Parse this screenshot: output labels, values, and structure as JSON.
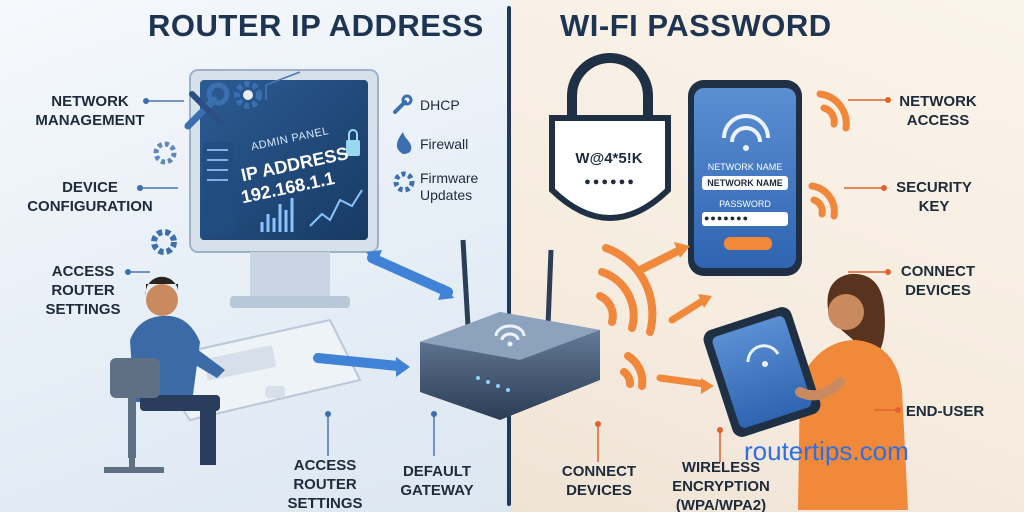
{
  "left": {
    "heading": "ROUTER IP ADDRESS",
    "labels": {
      "network_management": [
        "NETWORK",
        "MANAGEMENT"
      ],
      "device_configuration": [
        "DEVICE",
        "CONFIGURATION"
      ],
      "access_router_settings": [
        "ACCESS",
        "ROUTER",
        "SETTINGS"
      ],
      "bottom_access_router_settings": [
        "ACCESS",
        "ROUTER",
        "SETTINGS"
      ],
      "default_gateway": [
        "DEFAULT",
        "GATEWAY"
      ]
    },
    "features": {
      "dhcp": "DHCP",
      "firewall": "Firewall",
      "firmware": [
        "Firmware",
        "Updates"
      ]
    },
    "screen": {
      "panel_title": "ADMIN PANEL",
      "ip_title": "IP ADDRESS",
      "ip_value": "192.168.1.1"
    }
  },
  "right": {
    "heading": "WI-FI PASSWORD",
    "lock_text": "W@4*5!K",
    "lock_dots": "●●●●●●",
    "phone": {
      "network_name_label": "NETWORK NAME",
      "network_name_field": "NETWORK NAME",
      "password_label": "PASSWORD",
      "password_dots": "●●●●●●●"
    },
    "labels": {
      "network_access": [
        "NETWORK",
        "ACCESS"
      ],
      "security_key": [
        "SECURITY",
        "KEY"
      ],
      "connect_devices": [
        "CONNECT",
        "DEVICES"
      ],
      "end_user": "END-USER",
      "bottom_connect_devices": [
        "CONNECT",
        "DEVICES"
      ],
      "wireless_encryption": [
        "WIRELESS",
        "ENCRYPTION",
        "(WPA/WPA2)"
      ]
    }
  },
  "watermark": "routertips.com",
  "colors": {
    "navy": "#1d3553",
    "blue_accent": "#3b6fb0",
    "orange_accent": "#e8722e",
    "watermark": "#2f6fe2"
  },
  "icons": [
    "wrench-icon",
    "gear-icon",
    "lock-icon",
    "flame-icon",
    "wifi-icon",
    "router-icon",
    "monitor-icon",
    "phone-icon",
    "tablet-icon"
  ]
}
